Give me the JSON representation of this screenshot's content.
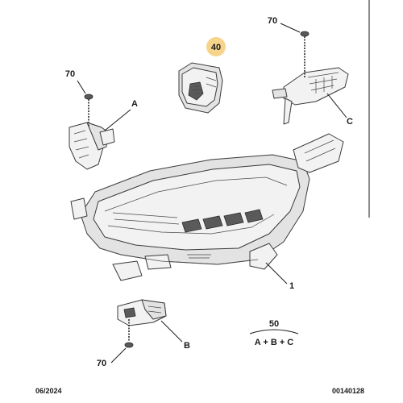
{
  "callouts": {
    "p70_top": "70",
    "p70_left": "70",
    "p70_bottom": "70",
    "p40": "40",
    "pA": "A",
    "pB": "B",
    "pC": "C",
    "p1": "1",
    "p50": "50",
    "p50_formula": "A + B + C"
  },
  "footer": {
    "date": "06/2024",
    "ref": "00140128"
  },
  "colors": {
    "highlight": "#f7d48c",
    "line": "#1a1a1a"
  }
}
